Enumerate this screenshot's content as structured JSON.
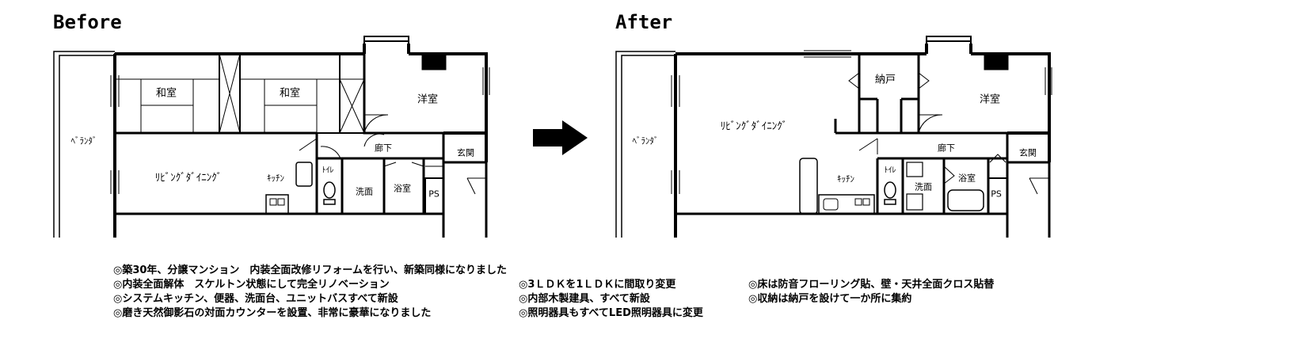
{
  "before": {
    "heading": "Before",
    "rooms": {
      "washitsu1": "和室",
      "washitsu2": "和室",
      "youshitsu": "洋室",
      "veranda": "ﾍﾞﾗﾝﾀﾞ",
      "living": "ﾘﾋﾞﾝｸﾞﾀﾞｲﾆﾝｸﾞ",
      "kitchen": "ｷｯﾁﾝ",
      "rouka": "廊下",
      "genkan": "玄関",
      "toilet": "ﾄｲﾚ",
      "senmen": "洗面",
      "yokushitsu": "浴室",
      "ps": "PS"
    }
  },
  "after": {
    "heading": "After",
    "rooms": {
      "nando": "納戸",
      "youshitsu": "洋室",
      "veranda": "ﾍﾞﾗﾝﾀﾞ",
      "living": "ﾘﾋﾞﾝｸﾞﾀﾞｲﾆﾝｸﾞ",
      "kitchen": "ｷｯﾁﾝ",
      "rouka": "廊下",
      "genkan": "玄関",
      "toilet": "ﾄｲﾚ",
      "senmen": "洗面",
      "yokushitsu": "浴室",
      "ps": "PS"
    }
  },
  "notes": {
    "col1": [
      "◎築30年、分譲マンション　内装全面改修リフォームを行い、新築同様になりました",
      "◎内装全面解体　スケルトン状態にして完全リノベーション",
      "◎システムキッチン、便器、洗面台、ユニットバスすべて新設",
      "◎磨き天然御影石の対面カウンターを設置、非常に豪華になりました"
    ],
    "col2": [
      "◎3ＬＤＫを1ＬＤＫに間取り変更",
      "◎内部木製建具、すべて新設",
      "◎照明器具もすべてLED照明器具に変更"
    ],
    "col3": [
      "◎床は防音フローリング貼、壁・天井全面クロス貼替",
      "◎収納は納戸を設けて一か所に集約"
    ]
  }
}
